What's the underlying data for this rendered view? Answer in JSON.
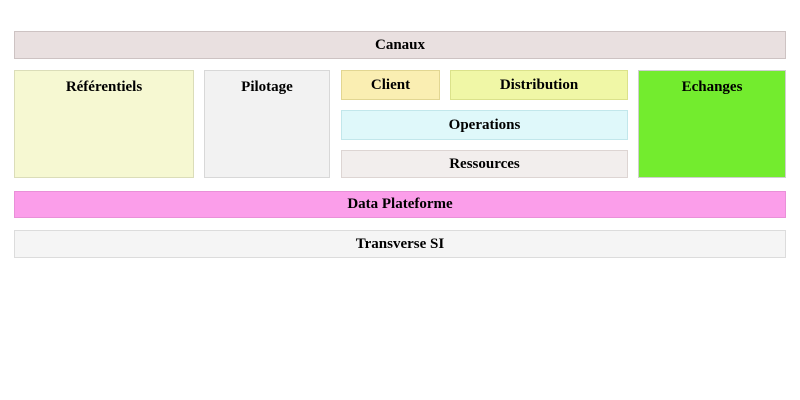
{
  "diagram": {
    "canaux": {
      "label": "Canaux",
      "bg": "#e9e0e0",
      "border": "#cdc3c3"
    },
    "row": {
      "referentiels": {
        "label": "Référentiels",
        "bg": "#f6f8d2",
        "border": "#dbddb9"
      },
      "pilotage": {
        "label": "Pilotage",
        "bg": "#f2f2f2",
        "border": "#d8d8d8"
      },
      "middle": {
        "client": {
          "label": "Client",
          "bg": "#faeeb2",
          "border": "#e2d692"
        },
        "distribution": {
          "label": "Distribution",
          "bg": "#f0f7a6",
          "border": "#dbe28b"
        },
        "operations": {
          "label": "Operations",
          "bg": "#dff8fa",
          "border": "#c2e7eb"
        },
        "ressources": {
          "label": "Ressources",
          "bg": "#f2eeed",
          "border": "#ddd5d3"
        }
      },
      "echanges": {
        "label": "Echanges",
        "bg": "#73ec2e",
        "border": "#cfcfcf"
      }
    },
    "data_plateforme": {
      "label": "Data Plateforme",
      "bg": "#fb9eea",
      "border": "#e990d8"
    },
    "transverse_si": {
      "label": "Transverse SI",
      "bg": "#f5f5f5",
      "border": "#dcdcdc"
    }
  }
}
